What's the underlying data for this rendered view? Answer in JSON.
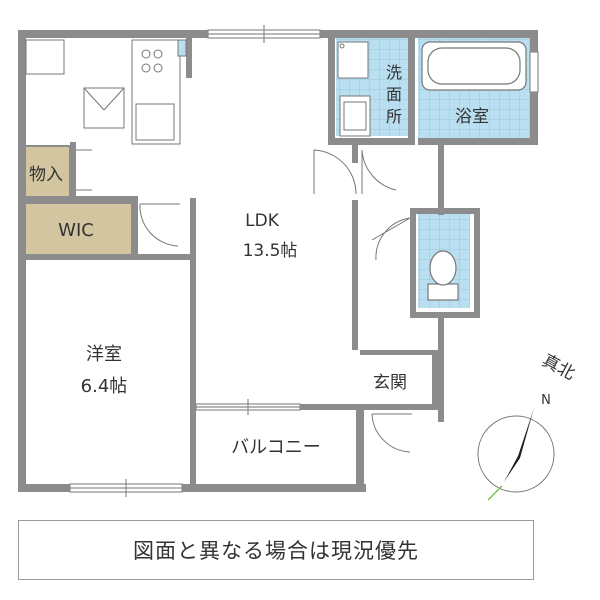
{
  "rooms": {
    "ldk": {
      "name": "LDK",
      "size": "13.5帖"
    },
    "western": {
      "name": "洋室",
      "size": "6.4帖"
    },
    "wic": "WIC",
    "storage": "物入",
    "washroom": [
      "洗",
      "面",
      "所"
    ],
    "bath": "浴室",
    "entrance": "玄関",
    "balcony": "バルコニー"
  },
  "compass": {
    "label": "真北",
    "letter": "N"
  },
  "notice": "図面と異なる場合は現況優先",
  "colors": {
    "wall": "#8c8c8c",
    "tile": "#b9dff0",
    "closet": "#d3c5a0",
    "fixture_line": "#777777",
    "needle": "#1f1f1f",
    "needle_accent": "#7cc44d"
  }
}
